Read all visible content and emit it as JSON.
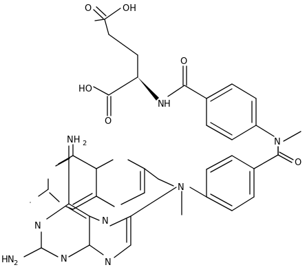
{
  "molecule": {
    "labels": {
      "oh_top": "OH",
      "o_top": "O",
      "oh_left": "HO",
      "o_left": "O",
      "nh": "N",
      "nh_h": "H",
      "o_amide1": "O",
      "n_methyl1": "N",
      "o_amide2": "O",
      "n_methyl2": "N",
      "nh2_top": "NH",
      "nh2_top_sub": "2",
      "nh2_bottom": "H",
      "nh2_bottom_n": "N",
      "nh2_bottom_sub": "2",
      "pter_n1": "N",
      "pter_n2": "N",
      "pter_n3": "N",
      "pter_n4": "N"
    }
  }
}
